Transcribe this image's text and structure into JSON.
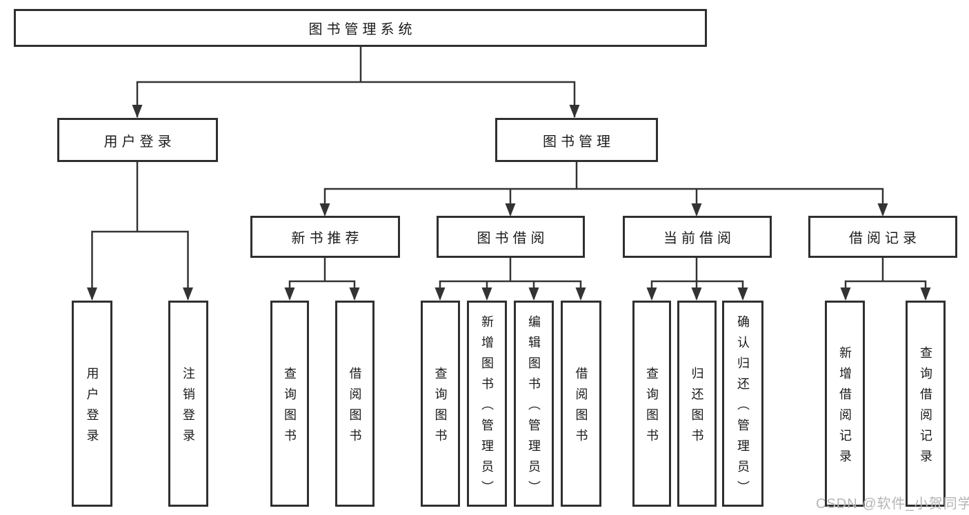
{
  "diagram": {
    "type": "hierarchy-tree",
    "title": "图书管理系统",
    "nodes": {
      "root": {
        "label": "图书管理系统"
      },
      "user_login": {
        "label": "用户登录"
      },
      "book_mgmt": {
        "label": "图书管理"
      },
      "new_book_rec": {
        "label": "新书推荐"
      },
      "book_borrow": {
        "label": "图书借阅"
      },
      "current_borrow": {
        "label": "当前借阅"
      },
      "borrow_record": {
        "label": "借阅记录"
      },
      "leaf_user_login": {
        "label": "用户登录"
      },
      "leaf_logout": {
        "label": "注销登录"
      },
      "leaf_query_book_1": {
        "label": "查询图书"
      },
      "leaf_borrow_book_1": {
        "label": "借阅图书"
      },
      "leaf_query_book_2": {
        "label": "查询图书"
      },
      "leaf_add_book": {
        "label": "新增图书（管理员）"
      },
      "leaf_edit_book": {
        "label": "编辑图书（管理员）"
      },
      "leaf_borrow_book_2": {
        "label": "借阅图书"
      },
      "leaf_query_book_3": {
        "label": "查询图书"
      },
      "leaf_return_book": {
        "label": "归还图书"
      },
      "leaf_confirm_return": {
        "label": "确认归还（管理员）"
      },
      "leaf_add_record": {
        "label": "新增借阅记录"
      },
      "leaf_query_record": {
        "label": "查询借阅记录"
      }
    },
    "hierarchy": {
      "图书管理系统": {
        "用户登录": [
          "用户登录",
          "注销登录"
        ],
        "图书管理": {
          "新书推荐": [
            "查询图书",
            "借阅图书"
          ],
          "图书借阅": [
            "查询图书",
            "新增图书（管理员）",
            "编辑图书（管理员）",
            "借阅图书"
          ],
          "当前借阅": [
            "查询图书",
            "归还图书",
            "确认归还（管理员）"
          ],
          "借阅记录": [
            "新增借阅记录",
            "查询借阅记录"
          ]
        }
      }
    },
    "colors": {
      "line": "#333333",
      "box_border": "#2f2f2f",
      "text": "#1a1a1a",
      "background": "#ffffff",
      "watermark_text": "#b5b5b5"
    }
  },
  "watermark": "CSDN @软件_小贺同学"
}
